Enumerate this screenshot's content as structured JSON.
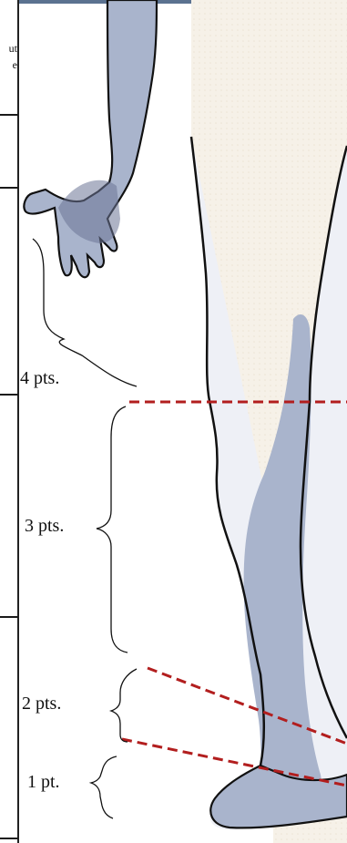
{
  "header": {
    "line1": "ut",
    "line2": "e"
  },
  "zones": [
    {
      "label": "4 pts."
    },
    {
      "label": "3 pts."
    },
    {
      "label": "2 pts."
    },
    {
      "label": "1 pt."
    }
  ],
  "colors": {
    "limb_fill": "#a9b4cc",
    "limb_fill_dark": "#8f9bb8",
    "outline": "#111111",
    "divider_dashed": "#b21e1e",
    "background_tint": "#f4efe6",
    "top_bar": "#5b7290"
  }
}
